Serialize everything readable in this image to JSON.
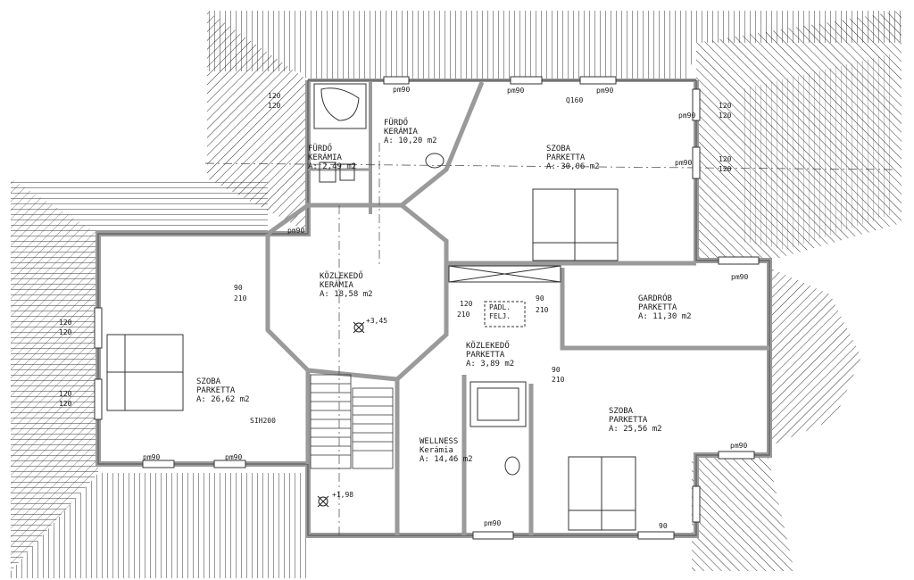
{
  "colors": {
    "ink": "#1f1f1f",
    "wall": "#9a9a9a",
    "wallDark": "#5c5c5c",
    "paper": "#ffffff"
  },
  "rooms": {
    "furdo1": {
      "name": "FÜRDŐ",
      "floor": "KERÁMIA",
      "area": "A: 10,20 m2"
    },
    "furdo2": {
      "name": "FÜRDŐ",
      "floor": "KERÁMIA",
      "area": "A: 2,49 m2"
    },
    "szoba_ne": {
      "name": "SZOBA",
      "floor": "PARKETTA",
      "area": "A: 30,06 m2"
    },
    "kozlekedo_main": {
      "name": "KÖZLEKEDŐ",
      "floor": "KERÁMIA",
      "area": "A: 18,58 m2"
    },
    "gardrob": {
      "name": "GARDRÓB",
      "floor": "PARKETTA",
      "area": "A: 11,30 m2"
    },
    "kozlekedo_small": {
      "name": "KÖZLEKEDŐ",
      "floor": "PARKETTA",
      "area": "A: 3,89 m2"
    },
    "szoba_w": {
      "name": "SZOBA",
      "floor": "PARKETTA",
      "area": "A: 26,62 m2"
    },
    "szoba_se": {
      "name": "SZOBA",
      "floor": "PARKETTA",
      "area": "A: 25,56 m2"
    },
    "wellness": {
      "name": "WELLNESS",
      "floor": "Kerámia",
      "area": "A: 14,46 m2"
    }
  },
  "labels": {
    "pm90_a": "pm90",
    "pm90_b": "pm90",
    "pm90_c": "pm90",
    "pm90_d": "pm90",
    "pm90_e": "pm90",
    "pm90_f": "pm90",
    "pm90_g": "pm90",
    "pm90_h": "pm90",
    "pm90_i": "pm90",
    "pm90_j": "pm90",
    "pm90_k": "pm90",
    "q160": "Q160",
    "sih200": "SIH200",
    "level_345": "+3,45",
    "level_198": "+1,98",
    "padl1": "PADL.",
    "padl2": "FELJ.",
    "w120a": "120",
    "w120b": "120",
    "w120c": "120",
    "w120d": "120",
    "w120e": "120",
    "w120f": "120",
    "w120g": "120",
    "w120h": "120",
    "w120i": "120",
    "w120j": "120",
    "d90a": "90",
    "d210a": "210",
    "d120k": "120",
    "d210b": "210",
    "d90b": "90",
    "d210c": "210",
    "d90c": "90",
    "d210d": "210",
    "d90e": "90"
  }
}
